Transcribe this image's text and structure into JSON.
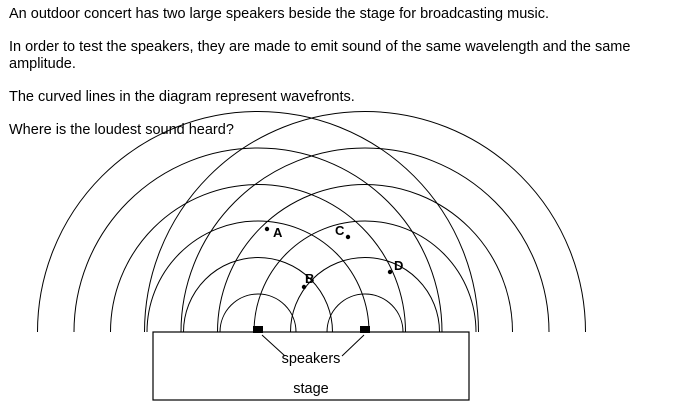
{
  "question": {
    "line1": "An outdoor concert has two large speakers beside the stage for broadcasting music.",
    "line2": "In order to test the speakers, they are made to emit sound of the same wavelength and the same amplitude.",
    "line3": "The curved lines in the diagram represent wavefronts.",
    "line4": "Where is the loudest sound heard?"
  },
  "diagram": {
    "point_labels": {
      "a": "A",
      "b": "B",
      "c": "C",
      "d": "D"
    },
    "speakers_label": "speakers",
    "stage_label": "stage",
    "wavefront_count": 6
  }
}
